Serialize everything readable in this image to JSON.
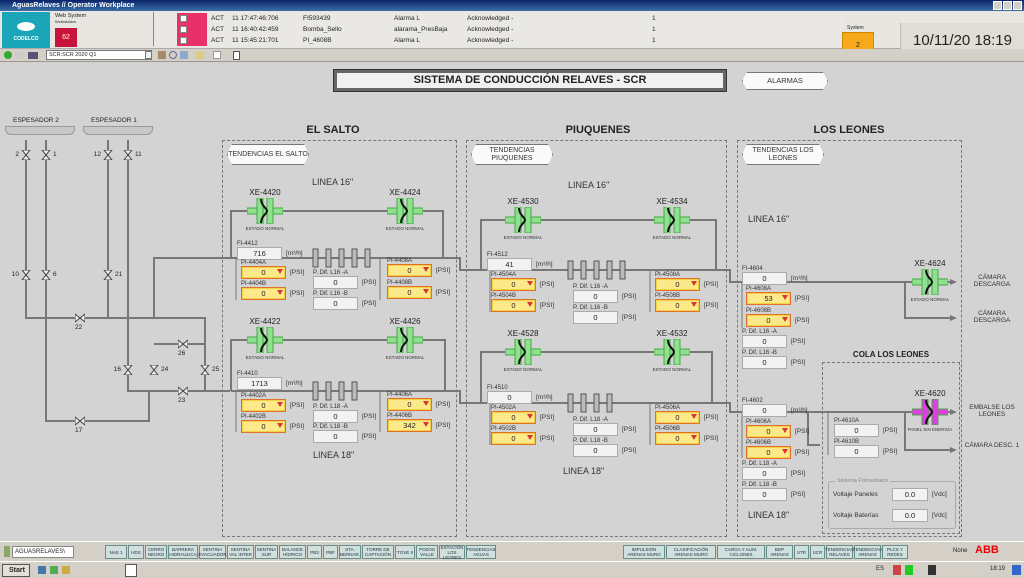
{
  "window": {
    "title": "AguasRelaves // Operator Workplace"
  },
  "header": {
    "logo": "CODELCO",
    "web_system": "Web System",
    "workstation": "Workstation",
    "alarm_count": "62",
    "system_label": "System",
    "system_count": "2",
    "datetime": "10/11/20 18:19"
  },
  "alarms": [
    {
      "state": "ACT",
      "time": "11 17:47:46:706",
      "tag": "FI593439",
      "desc": "Alarma L",
      "status": "Acknowledged -",
      "count": "1"
    },
    {
      "state": "ACT",
      "time": "11 16:40:42:459",
      "tag": "Bomba_Sello",
      "desc": "alarama_PresBaja",
      "status": "Acknowledged -",
      "count": "1"
    },
    {
      "state": "ACT",
      "time": "11 15:45:21:701",
      "tag": "PI_4608B",
      "desc": "Alarma L",
      "status": "Acknowledged -",
      "count": "1"
    }
  ],
  "toolbar": {
    "address": "SCR:SCR 2020 Q1"
  },
  "title": "SISTEMA DE CONDUCCIÓN RELAVES - SCR",
  "alarmas_button": "ALARMAS",
  "thickeners": [
    "ESPESADOR 2",
    "ESPESADOR 1"
  ],
  "manual_valves": [
    "2",
    "1",
    "12",
    "11",
    "10",
    "6",
    "21",
    "22",
    "26",
    "16",
    "24",
    "25",
    "23",
    "17"
  ],
  "sections": {
    "salto": {
      "title": "EL SALTO",
      "trend": "TENDENCIAS EL SALTO",
      "l16": "LINEA 16\"",
      "l18": "LINEA 18\""
    },
    "piuq": {
      "title": "PIUQUENES",
      "trend": "TENDENCIAS PIUQUENES",
      "l16": "LINEA 16\"",
      "l18": "LINEA 18\""
    },
    "leones": {
      "title": "LOS LEONES",
      "trend": "TENDENCIAS LOS LEONES",
      "l16": "LINEA 16\"",
      "l18": "LINEA 18\""
    },
    "cola": {
      "title": "COLA LOS LEONES"
    }
  },
  "valves": {
    "xe4420": {
      "tag": "XE-4420",
      "status": "ESTADO NORMAL"
    },
    "xe4424": {
      "tag": "XE-4424",
      "status": "ESTADO NORMAL"
    },
    "xe4422": {
      "tag": "XE-4422",
      "status": "ESTADO NORMAL"
    },
    "xe4426": {
      "tag": "XE-4426",
      "status": "ESTADO NORMAL"
    },
    "xe4530": {
      "tag": "XE-4530",
      "status": "ESTADO NORMAL"
    },
    "xe4534": {
      "tag": "XE-4534",
      "status": "ESTADO NORMAL"
    },
    "xe4528": {
      "tag": "XE-4528",
      "status": "ESTADO NORMAL"
    },
    "xe4532": {
      "tag": "XE-4532",
      "status": "ESTADO NORMAL"
    },
    "xe4624": {
      "tag": "XE-4624",
      "status": "ESTADO NORMAL"
    },
    "xe4620": {
      "tag": "XE-4620",
      "status": "PANEL SIN ENERGÍA"
    }
  },
  "instruments": {
    "fi4412": {
      "tag": "FI-4412",
      "value": "716",
      "unit": "[m³/h]"
    },
    "pi4404a": {
      "tag": "PI-4404A",
      "value": "0",
      "unit": "[PSI]"
    },
    "pi4404b": {
      "tag": "PI-4404B",
      "value": "0",
      "unit": "[PSI]"
    },
    "dps16a": {
      "tag": "P. Dif. L16 -A",
      "value": "0",
      "unit": "[PSI]"
    },
    "dps16b": {
      "tag": "P. Dif. L16 -B",
      "value": "0",
      "unit": "[PSI]"
    },
    "pi4408a": {
      "tag": "PI-4408A",
      "value": "0",
      "unit": "[PSI]"
    },
    "pi4408b": {
      "tag": "PI-4408B",
      "value": "0",
      "unit": "[PSI]"
    },
    "fi4410": {
      "tag": "FI-4410",
      "value": "1713",
      "unit": "[m³/h]"
    },
    "pi4402a": {
      "tag": "PI-4402A",
      "value": "0",
      "unit": "[PSI]"
    },
    "pi4402b": {
      "tag": "PI-4402B",
      "value": "0",
      "unit": "[PSI]"
    },
    "dps18a": {
      "tag": "P. Dif. L18 -A",
      "value": "0",
      "unit": "[PSI]"
    },
    "dps18b": {
      "tag": "P. Dif. L18 -B",
      "value": "0",
      "unit": "[PSI]"
    },
    "pi4406a": {
      "tag": "PI-4406A",
      "value": "0",
      "unit": "[PSI]"
    },
    "pi4406b": {
      "tag": "PI-4406B",
      "value": "342",
      "unit": "[PSI]"
    },
    "fi4512": {
      "tag": "FI-4512",
      "value": "41",
      "unit": "[m³/h]"
    },
    "pi4504a": {
      "tag": "PI-4504A",
      "value": "0",
      "unit": "[PSI]"
    },
    "pi4504b": {
      "tag": "PI-4504B",
      "value": "0",
      "unit": "[PSI]"
    },
    "dpp16a": {
      "tag": "P. Dif. L16 -A",
      "value": "0",
      "unit": "[PSI]"
    },
    "dpp16b": {
      "tag": "P. Dif. L16 -B",
      "value": "0",
      "unit": "[PSI]"
    },
    "pi4508a": {
      "tag": "PI-4508A",
      "value": "0",
      "unit": "[PSI]"
    },
    "pi4508b": {
      "tag": "PI-4508B",
      "value": "0",
      "unit": "[PSI]"
    },
    "fi4510": {
      "tag": "FI-4510",
      "value": "0",
      "unit": "[m³/h]"
    },
    "pi4502a": {
      "tag": "PI-4502A",
      "value": "0",
      "unit": "[PSI]"
    },
    "pi4502b": {
      "tag": "PI-4502B",
      "value": "0",
      "unit": "[PSI]"
    },
    "dpp18a": {
      "tag": "P. Dif. L18 -A",
      "value": "0",
      "unit": "[PSI]"
    },
    "dpp18b": {
      "tag": "P. Dif. L18 -B",
      "value": "0",
      "unit": "[PSI]"
    },
    "pi4506a": {
      "tag": "PI-4506A",
      "value": "0",
      "unit": "[PSI]"
    },
    "pi4506b": {
      "tag": "PI-4506B",
      "value": "0",
      "unit": "[PSI]"
    },
    "fi4604": {
      "tag": "FI-4604",
      "value": "0",
      "unit": "[m³/h]"
    },
    "pi4608a": {
      "tag": "PI-4608A",
      "value": "53",
      "unit": "[PSI]"
    },
    "pi4608b": {
      "tag": "PI-4608B",
      "value": "0",
      "unit": "[PSI]"
    },
    "dpl16a": {
      "tag": "P. Dif. L16 -A",
      "value": "0",
      "unit": "[PSI]"
    },
    "dpl16b": {
      "tag": "P. Dif. L16 -B",
      "value": "0",
      "unit": "[PSI]"
    },
    "fi4602": {
      "tag": "FI-4602",
      "value": "0",
      "unit": "[m³/h]"
    },
    "pi4606a": {
      "tag": "PI-4606A",
      "value": "0",
      "unit": "[PSI]"
    },
    "pi4606b": {
      "tag": "PI-4606B",
      "value": "0",
      "unit": "[PSI]"
    },
    "dpl18a": {
      "tag": "P. Dif. L18 -A",
      "value": "0",
      "unit": "[PSI]"
    },
    "dpl18b": {
      "tag": "P. Dif. L18 -B",
      "value": "0",
      "unit": "[PSI]"
    },
    "pi4610a": {
      "tag": "PI-4610A",
      "value": "0",
      "unit": "[PSI]"
    },
    "pi4610b": {
      "tag": "PI-4610B",
      "value": "0",
      "unit": "[PSI]"
    }
  },
  "outlets": [
    "CÁMARA DESCARGA",
    "CÁMARA DESCARGA",
    "EMBALSE LOS LEONES",
    "CÁMARA DESC. 1"
  ],
  "photovoltaic": {
    "title": "Sistema Fotovoltaico",
    "panels_label": "Voltaje Paneles",
    "panels_value": "0.0",
    "batteries_label": "Voltaje Baterías",
    "batteries_value": "0.0",
    "unit": "[Vdc]"
  },
  "nav": {
    "workspace": "AGUASRELAVES\\",
    "left": [
      "NAE 1",
      "HDS",
      "CERRO NEGRO",
      "BARRERA HIDRAULICA",
      "SENTINA EVACUADOR",
      "SENTINA VAL INTER",
      "SENTINA SUR",
      "BALANCE HÍDRICO",
      "PB3",
      "PBF",
      "STA. BERNAR.",
      "TORRE DE CAPTACIÓN",
      "TOVE II",
      "POZOS VALLE",
      "ESTACIÓN LOS LEONES",
      "TENDENCIAS AGUAS"
    ],
    "right": [
      "IMPULSIÓN ARENAS MURO",
      "CLASIFICACIÓN ARENAS MURO",
      "CARGA Y ALIM. CICLONES",
      "BDP ARENAS",
      "STR",
      "SCR",
      "TENDENCIAS RELAVES",
      "TENDENCIAS ARENAS",
      "PLCS Y REDES"
    ],
    "none": "None",
    "brand": "ABB"
  },
  "taskbar": {
    "start": "Start",
    "lang": "ES",
    "time": "18:19"
  },
  "colors": {
    "valve_ok": "#8fe08f",
    "valve_fault": "#e23de0",
    "alarm_red": "#e8306a",
    "system_orange": "#f7a81b"
  }
}
